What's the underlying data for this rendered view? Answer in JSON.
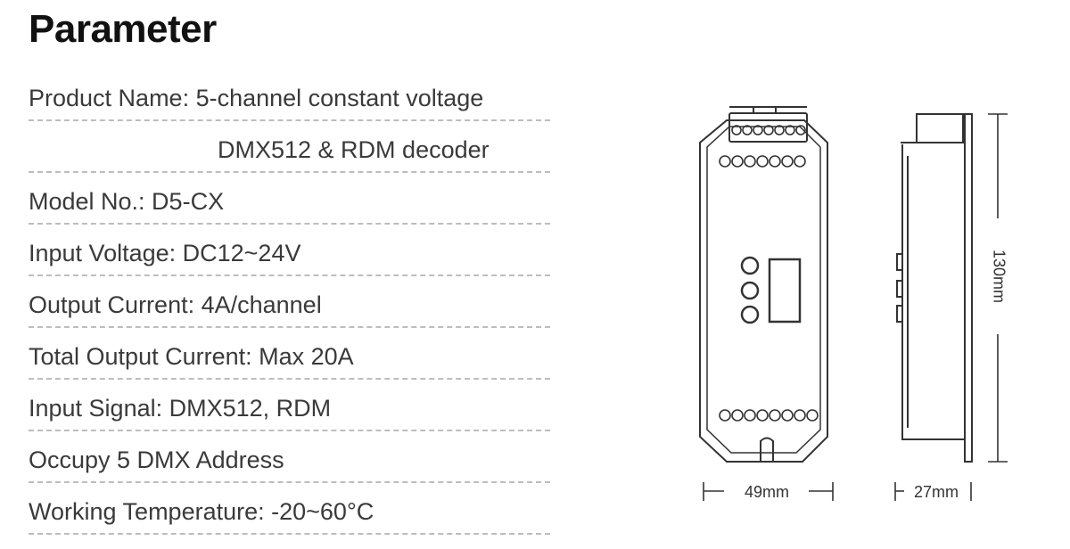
{
  "title": "Parameter",
  "params": [
    "Product Name: 5-channel constant voltage",
    "DMX512 & RDM decoder",
    "Model No.: D5-CX",
    "Input Voltage: DC12~24V",
    "Output Current: 4A/channel",
    "Total Output Current: Max 20A",
    "Input Signal: DMX512, RDM",
    "Occupy 5 DMX Address",
    "Working Temperature: -20~60°C"
  ],
  "dimensions": {
    "width": "49mm",
    "depth": "27mm",
    "height": "130mm"
  },
  "colors": {
    "title": "#111111",
    "text": "#3a3a3a",
    "divider": "#bdbdbd",
    "line": "#333333"
  }
}
